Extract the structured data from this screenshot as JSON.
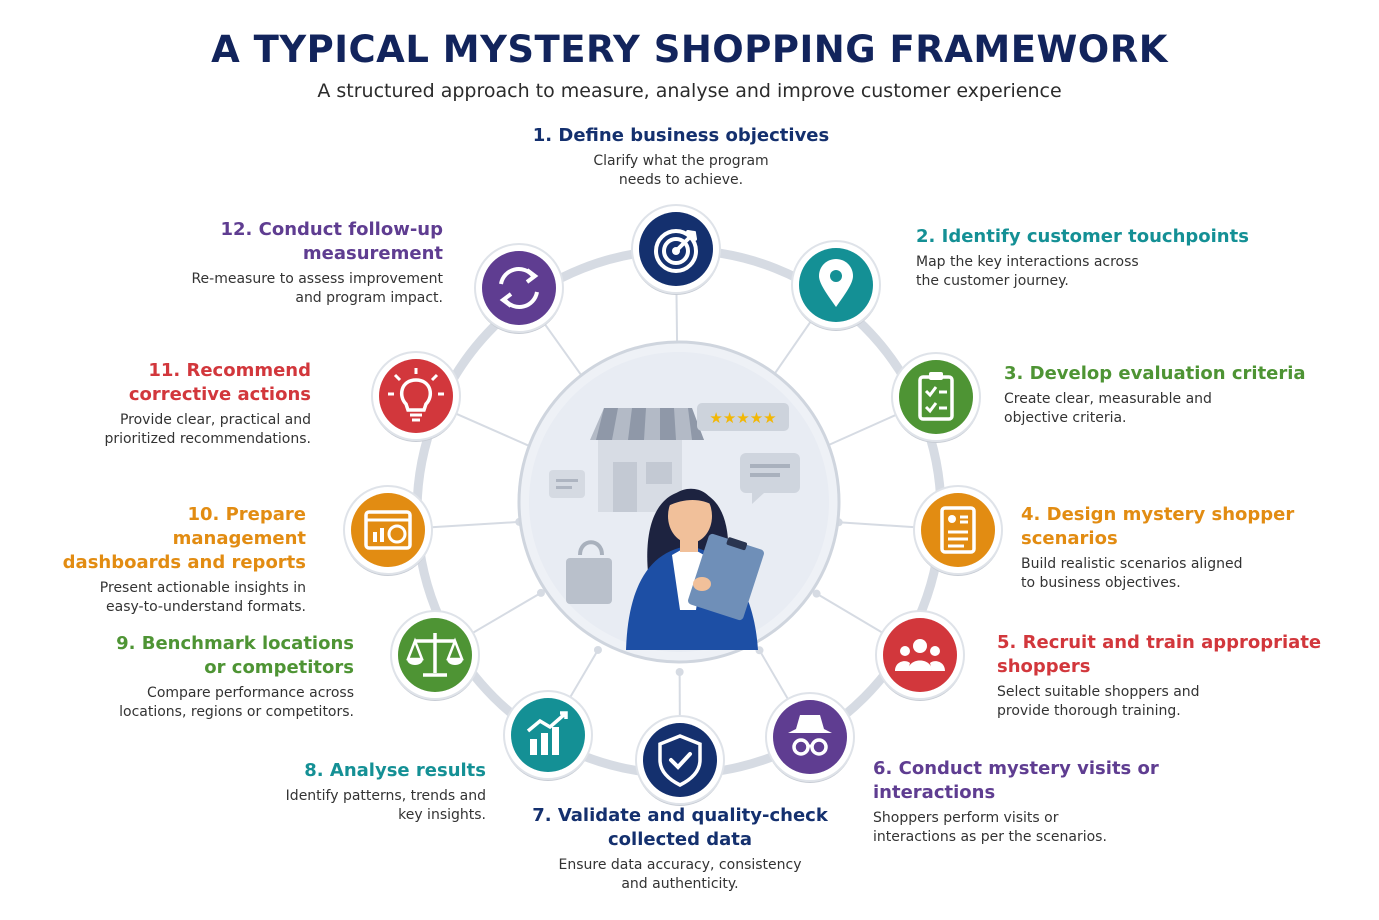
{
  "title": "A TYPICAL MYSTERY SHOPPING FRAMEWORK",
  "subtitle": "A structured approach to measure, analyse and improve customer experience",
  "rating_stars": "★★★★★",
  "colors": {
    "navy": "#14306e",
    "teal": "#149095",
    "green": "#4e9434",
    "orange": "#e28c12",
    "red": "#d2373c",
    "purple": "#5f3d91",
    "ring": "#d6dbe3"
  },
  "steps": [
    {
      "title": "1. Define business objectives",
      "desc": [
        "Clarify what the program",
        "needs to achieve."
      ],
      "icon": "target-icon",
      "color": "#14306e"
    },
    {
      "title": "2. Identify customer touchpoints",
      "desc": [
        "Map the key interactions across",
        "the customer journey."
      ],
      "icon": "location-pin-icon",
      "color": "#149095"
    },
    {
      "title": "3. Develop evaluation criteria",
      "desc": [
        "Create clear, measurable and",
        "objective criteria."
      ],
      "icon": "clipboard-checklist-icon",
      "color": "#4e9434"
    },
    {
      "title": "4. Design mystery shopper scenarios",
      "title_lines": [
        "4. Design mystery shopper",
        "scenarios"
      ],
      "desc": [
        "Build realistic scenarios aligned",
        "to business objectives."
      ],
      "icon": "document-icon",
      "color": "#e28c12"
    },
    {
      "title": "5. Recruit and train appropriate shoppers",
      "title_lines": [
        "5. Recruit and train appropriate",
        "shoppers"
      ],
      "desc": [
        "Select suitable shoppers and",
        "provide thorough training."
      ],
      "icon": "people-group-icon",
      "color": "#d2373c"
    },
    {
      "title": "6. Conduct mystery visits or interactions",
      "title_lines": [
        "6. Conduct mystery visits or",
        "interactions"
      ],
      "desc": [
        "Shoppers perform visits or",
        "interactions as per the scenarios."
      ],
      "icon": "spy-icon",
      "color": "#5f3d91"
    },
    {
      "title": "7. Validate and quality-check collected data",
      "title_lines": [
        "7. Validate and quality-check",
        "collected data"
      ],
      "desc": [
        "Ensure data accuracy, consistency",
        "and authenticity."
      ],
      "icon": "shield-check-icon",
      "color": "#14306e"
    },
    {
      "title": "8. Analyse results",
      "desc": [
        "Identify patterns, trends and",
        "key insights."
      ],
      "icon": "bar-chart-icon",
      "color": "#149095"
    },
    {
      "title": "9. Benchmark locations or competitors",
      "title_lines": [
        "9. Benchmark locations",
        "or competitors"
      ],
      "desc": [
        "Compare performance across",
        "locations, regions or competitors."
      ],
      "icon": "balance-scale-icon",
      "color": "#4e9434"
    },
    {
      "title": "10. Prepare management dashboards and reports",
      "title_lines": [
        "10. Prepare management",
        "dashboards and reports"
      ],
      "desc": [
        "Present actionable insights in",
        "easy-to-understand formats."
      ],
      "icon": "dashboard-icon",
      "color": "#e28c12"
    },
    {
      "title": "11. Recommend corrective actions",
      "title_lines": [
        "11. Recommend",
        "corrective actions"
      ],
      "desc": [
        "Provide clear, practical and",
        "prioritized recommendations."
      ],
      "icon": "lightbulb-icon",
      "color": "#d2373c"
    },
    {
      "title": "12. Conduct follow-up measurement",
      "title_lines": [
        "12. Conduct follow-up",
        "measurement"
      ],
      "desc": [
        "Re-measure to assess improvement",
        "and program impact."
      ],
      "icon": "refresh-cycle-icon",
      "color": "#5f3d91"
    }
  ]
}
